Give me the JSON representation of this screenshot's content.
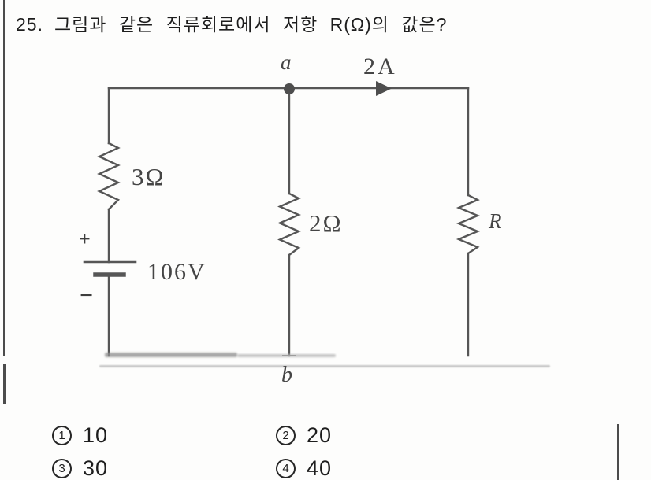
{
  "question": {
    "number": "25.",
    "text": "그림과 같은 직류회로에서 저항 R(Ω)의 값은?"
  },
  "circuit": {
    "node_a": "a",
    "node_b": "b",
    "current": "2A",
    "left_resistor": "3Ω",
    "middle_resistor": "2Ω",
    "right_resistor": "R",
    "battery_voltage": "106V",
    "plus": "+",
    "minus": "−"
  },
  "choices": [
    {
      "num": "1",
      "value": "10"
    },
    {
      "num": "2",
      "value": "20"
    },
    {
      "num": "3",
      "value": "30"
    },
    {
      "num": "4",
      "value": "40"
    }
  ],
  "colors": {
    "wire": "#565656",
    "ink": "#1d1d1d"
  }
}
